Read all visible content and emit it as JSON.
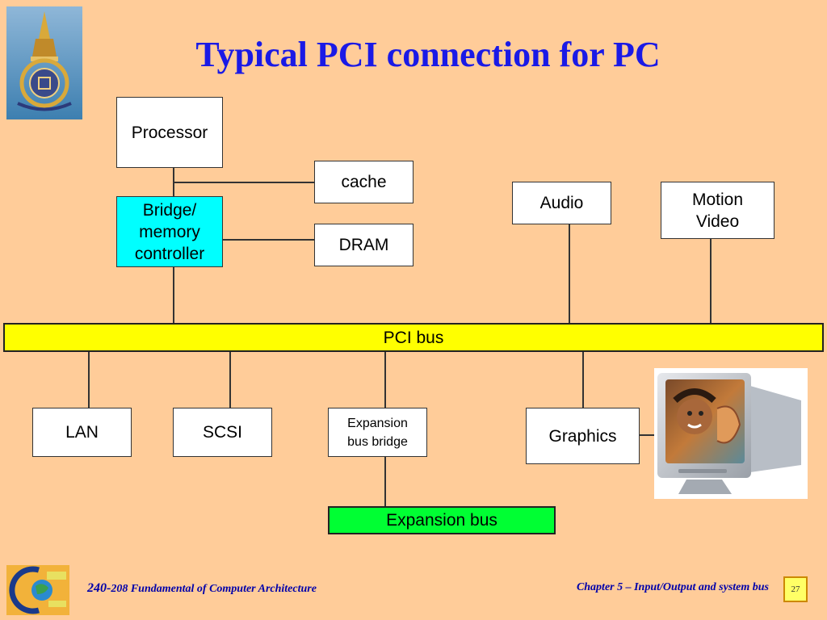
{
  "title": "Typical PCI connection for PC",
  "nodes": {
    "processor": "Processor",
    "cache": "cache",
    "bridge_line1": "Bridge/",
    "bridge_line2": "memory",
    "bridge_line3": "controller",
    "dram": "DRAM",
    "audio": "Audio",
    "motion_line1": "Motion",
    "motion_line2": "Video",
    "pci_bus": "PCI bus",
    "lan": "LAN",
    "scsi": "SCSI",
    "expansion_bridge_line1": "Expansion",
    "expansion_bridge_line2": "bus bridge",
    "graphics": "Graphics",
    "expansion_bus": "Expansion bus"
  },
  "footer": {
    "course_num": "240-",
    "course_title": "208 Fundamental of Computer Architecture",
    "chapter": "Chapter 5 – Input/Output and system bus",
    "page": "27"
  },
  "colors": {
    "background": "#FFCC99",
    "title": "#1a1ae6",
    "bridge_fill": "#00ffff",
    "pci_bus_fill": "#ffff00",
    "expansion_bus_fill": "#00ff33"
  },
  "icons": {
    "top_logo": "university-crest-icon",
    "bottom_logo": "department-globe-logo-icon",
    "monitor": "crt-monitor-image-icon"
  }
}
